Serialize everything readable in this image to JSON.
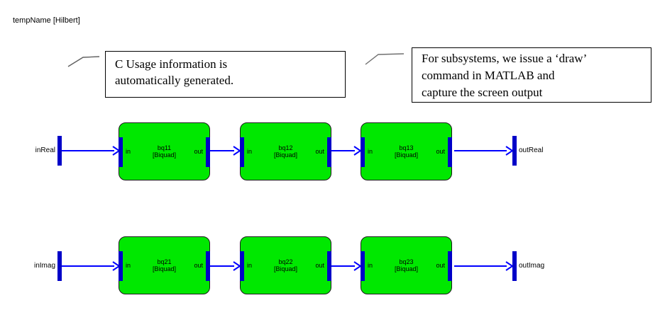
{
  "window": {
    "title": "tempName [Hilbert]"
  },
  "callouts": [
    {
      "lines": [
        "C Usage information is",
        "automatically generated."
      ]
    },
    {
      "lines": [
        "For subsystems, we issue a ‘draw’",
        "command in MATLAB and",
        "capture the screen output"
      ]
    }
  ],
  "diagram": {
    "port_in_label": "in",
    "port_out_label": "out",
    "rows": [
      {
        "input_label": "inReal",
        "output_label": "outReal",
        "blocks": [
          {
            "name": "bq11",
            "type": "[Biquad]"
          },
          {
            "name": "bq12",
            "type": "[Biquad]"
          },
          {
            "name": "bq13",
            "type": "[Biquad]"
          }
        ]
      },
      {
        "input_label": "inImag",
        "output_label": "outImag",
        "blocks": [
          {
            "name": "bq21",
            "type": "[Biquad]"
          },
          {
            "name": "bq22",
            "type": "[Biquad]"
          },
          {
            "name": "bq23",
            "type": "[Biquad]"
          }
        ]
      }
    ]
  },
  "colors": {
    "block_fill": "#00e800",
    "signal_blue": "#0000ff",
    "port_bar_blue": "#0000c8"
  }
}
